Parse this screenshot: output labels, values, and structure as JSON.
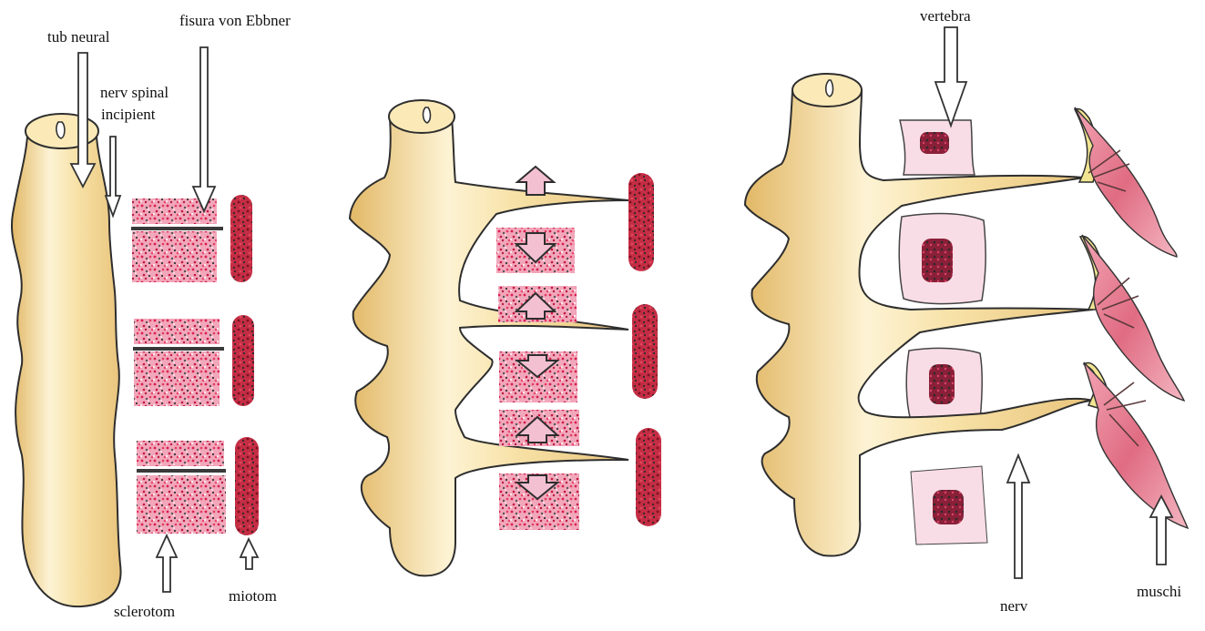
{
  "labels": {
    "tub_neural": "tub neural",
    "fisura": "fisura von Ebbner",
    "nerv_spinal_line1": "nerv spinal",
    "nerv_spinal_line2": "incipient",
    "sclerotom": "sclerotom",
    "miotom": "miotom",
    "vertebra": "vertebra",
    "nerv": "nerv",
    "muschi": "muschi"
  },
  "colors": {
    "neural_tube_fill": "#f6dfa4",
    "neural_tube_light": "#fdf6dc",
    "neural_tube_shade": "#e7c275",
    "outline": "#3a3a3a",
    "sclerotome": "#d9345a",
    "sclerotome_light": "#f4b8c8",
    "myotome": "#b8283c",
    "arrow_pink": "#f3c0d2",
    "vertebra_bg": "#f9dde6",
    "vertebra_core": "#7a1a30",
    "muscle": "#e57a8e",
    "nerve": "#f2e592"
  },
  "icons": [
    "arrow-down-icon",
    "arrow-up-icon",
    "migration-arrow-icon"
  ]
}
